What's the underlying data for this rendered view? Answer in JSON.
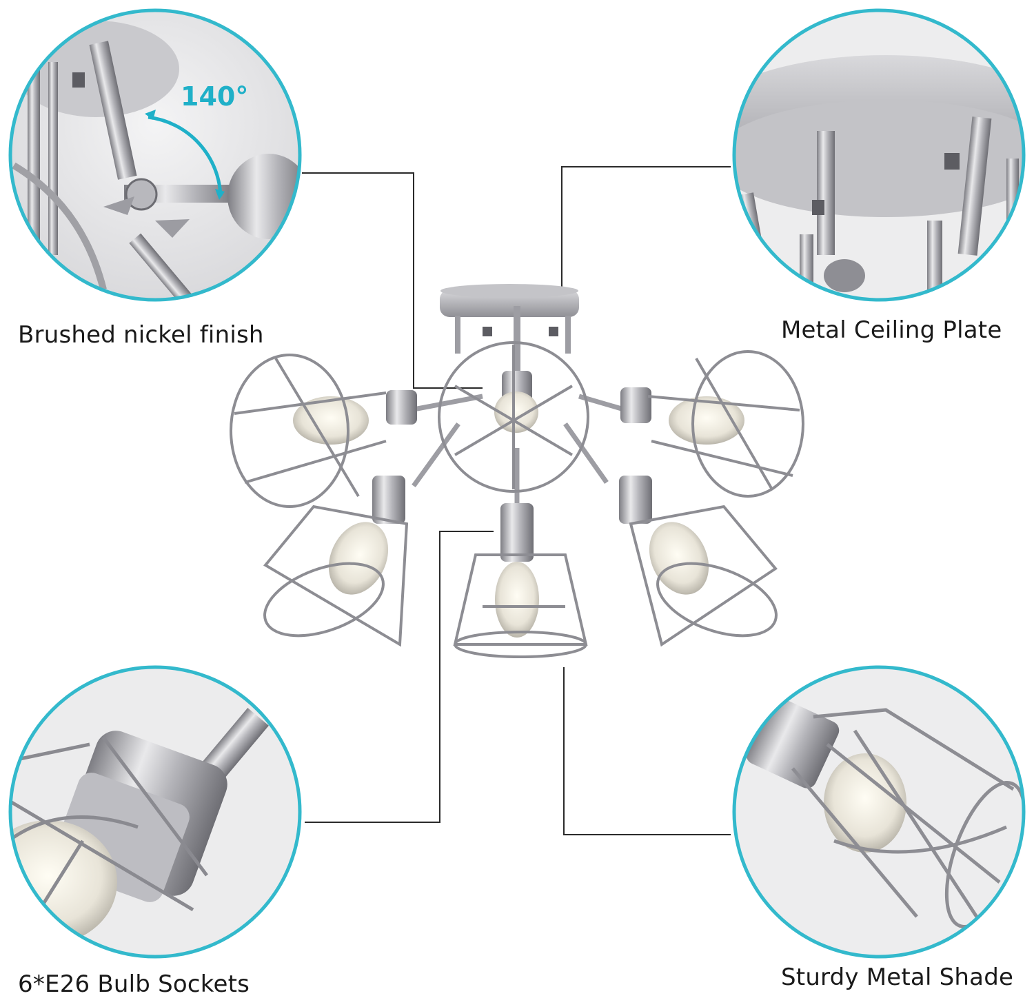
{
  "callouts": {
    "top_left": {
      "caption": "Brushed nickel finish",
      "angle_label": "140°"
    },
    "top_right": {
      "caption": "Metal Ceiling Plate"
    },
    "bottom_left": {
      "caption": "6*E26 Bulb Sockets"
    },
    "bottom_right": {
      "caption": "Sturdy Metal Shade"
    }
  },
  "colors": {
    "ring": "#33b9cc",
    "metal_light": "#e2e2e4",
    "metal_mid": "#a9a9ad",
    "metal_dark": "#6c6c72",
    "leader_line": "#2a2a2a",
    "accent": "#1fb0c8"
  }
}
